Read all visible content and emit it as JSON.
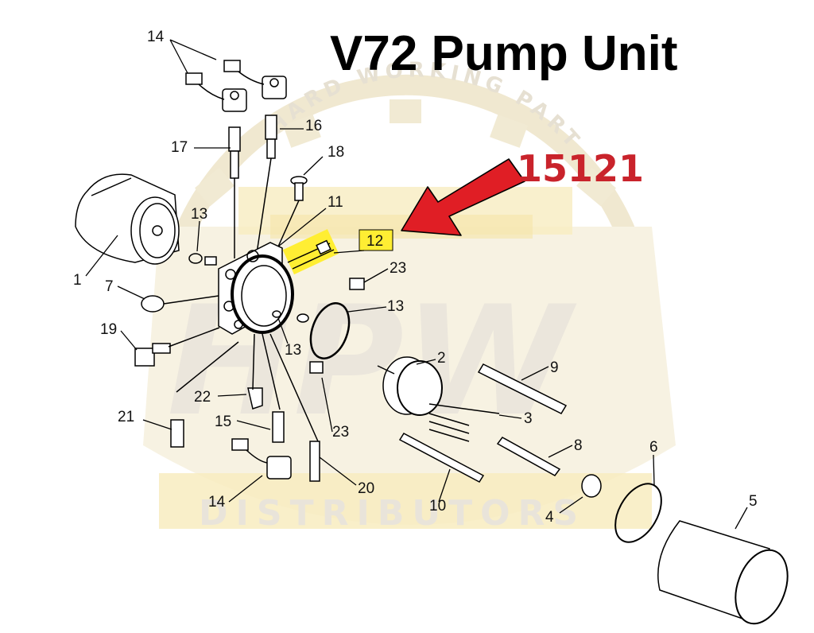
{
  "diagram": {
    "title": "V72 Pump Unit",
    "part_number": "15121",
    "highlighted_item": "12",
    "colors": {
      "highlight": "#ffee33",
      "arrow": "#e01e25",
      "part_number": "#c9232b",
      "watermark": "#f3ecd6"
    },
    "watermark": {
      "arc_text": "HARD WORKING PARTS",
      "initials": "HPW",
      "banner": "DISTRIBUTORS"
    },
    "callouts": [
      {
        "id": "c14a",
        "label": "14"
      },
      {
        "id": "c16",
        "label": "16"
      },
      {
        "id": "c17",
        "label": "17"
      },
      {
        "id": "c18",
        "label": "18"
      },
      {
        "id": "c13a",
        "label": "13"
      },
      {
        "id": "c11",
        "label": "11"
      },
      {
        "id": "c1",
        "label": "1"
      },
      {
        "id": "c23a",
        "label": "23"
      },
      {
        "id": "c7",
        "label": "7"
      },
      {
        "id": "c13b",
        "label": "13"
      },
      {
        "id": "c19",
        "label": "19"
      },
      {
        "id": "c13c",
        "label": "13"
      },
      {
        "id": "c2",
        "label": "2"
      },
      {
        "id": "c9",
        "label": "9"
      },
      {
        "id": "c22",
        "label": "22"
      },
      {
        "id": "c3",
        "label": "3"
      },
      {
        "id": "c21",
        "label": "21"
      },
      {
        "id": "c15",
        "label": "15"
      },
      {
        "id": "c23b",
        "label": "23"
      },
      {
        "id": "c8",
        "label": "8"
      },
      {
        "id": "c6",
        "label": "6"
      },
      {
        "id": "c20",
        "label": "20"
      },
      {
        "id": "c5",
        "label": "5"
      },
      {
        "id": "c14b",
        "label": "14"
      },
      {
        "id": "c10",
        "label": "10"
      },
      {
        "id": "c4",
        "label": "4"
      }
    ]
  }
}
